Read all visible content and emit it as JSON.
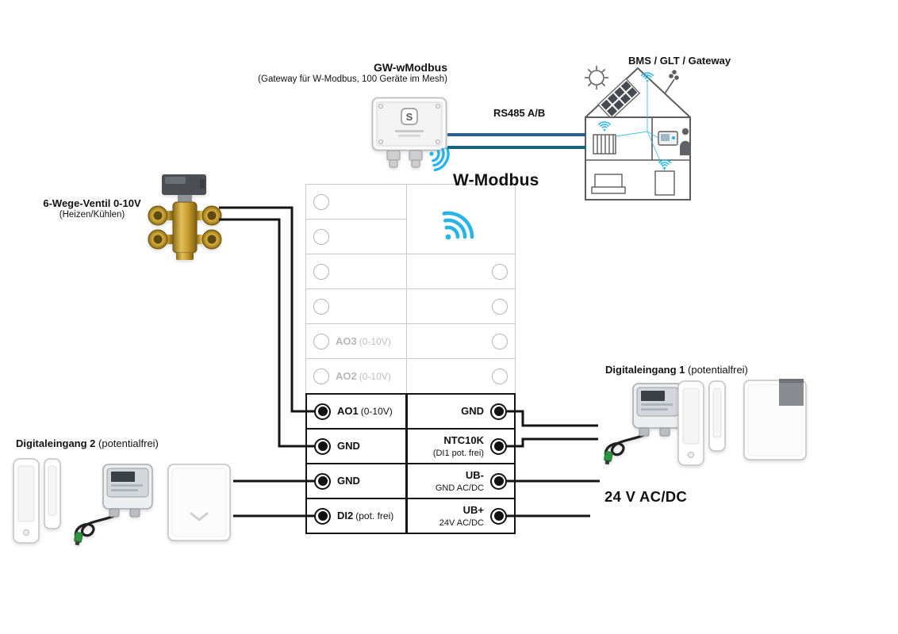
{
  "colors": {
    "accent_cyan": "#29b4e8",
    "wire_black": "#141414",
    "rs485_line_a": "#2b5f8d",
    "rs485_line_b": "#19647d",
    "inactive_gray": "#b7b7b7"
  },
  "icons": {
    "wifi": "three-arc wifi signal",
    "sun": "sun with rays"
  },
  "header": {
    "device_title": "GW-wModbus",
    "device_subtitle": "(Gateway für W-Modbus, 100 Geräte im Mesh)",
    "rs485_label": "RS485 A/B",
    "bms_label": "BMS / GLT / Gateway",
    "wmodbus_label": "W-Modbus"
  },
  "left_side": {
    "valve_title": "6-Wege-Ventil 0-10V",
    "valve_subtitle": "(Heizen/Kühlen)",
    "di2_title": "Digitaleingang 2",
    "di2_suffix": " (potentialfrei)"
  },
  "right_side": {
    "di1_title": "Digitaleingang 1",
    "di1_suffix": " (potentialfrei)",
    "power_label": "24 V AC/DC"
  },
  "terminal_block": {
    "left_rows": [
      {
        "main": "",
        "sub": "",
        "state": "empty"
      },
      {
        "main": "",
        "sub": "",
        "state": "empty"
      },
      {
        "main": "",
        "sub": "",
        "state": "empty"
      },
      {
        "main": "",
        "sub": "",
        "state": "empty"
      },
      {
        "main": "AO3",
        "sub": "(0-10V)",
        "state": "inactive"
      },
      {
        "main": "AO2",
        "sub": "(0-10V)",
        "state": "inactive"
      },
      {
        "main": "AO1",
        "sub": "(0-10V)",
        "state": "active"
      },
      {
        "main": "GND",
        "sub": "",
        "state": "active"
      },
      {
        "main": "GND",
        "sub": "",
        "state": "active"
      },
      {
        "main": "DI2",
        "sub": "(pot. frei)",
        "state": "active"
      }
    ],
    "right_rows": [
      {
        "main": "GND",
        "sub": "",
        "state": "active"
      },
      {
        "main": "NTC10K",
        "sub": "(DI1 pot. frei)",
        "state": "active"
      },
      {
        "main": "UB-",
        "sub": "GND AC/DC",
        "state": "active"
      },
      {
        "main": "UB+",
        "sub": "24V AC/DC",
        "state": "active"
      }
    ]
  }
}
